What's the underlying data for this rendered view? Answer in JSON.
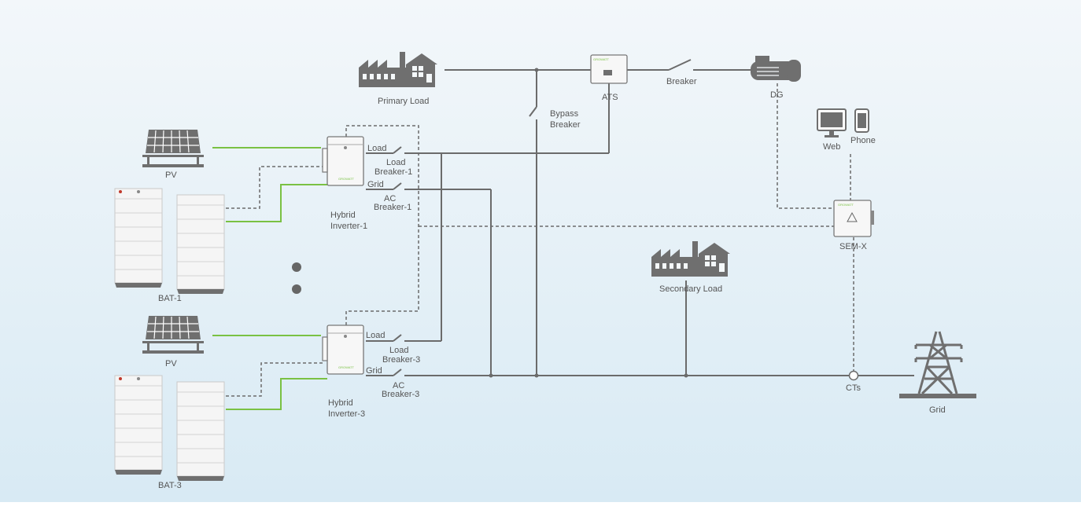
{
  "colors": {
    "background_top": "#f4f8fb",
    "background_bottom": "#d9ebf5",
    "line": "#6b6b6b",
    "dc_line": "#7ac143",
    "icon": "#6f6f6f",
    "brand": "#7ac143"
  },
  "labels": {
    "primary_load": "Primary Load",
    "ats": "ATS",
    "breaker": "Breaker",
    "dg": "DG",
    "bypass_1": "Bypass",
    "bypass_2": "Breaker",
    "pv1": "PV",
    "pv3": "PV",
    "bat1": "BAT-1",
    "bat3": "BAT-3",
    "inv1_line1": "Hybrid",
    "inv1_line2": "Inverter-1",
    "inv3_line1": "Hybrid",
    "inv3_line2": "Inverter-3",
    "load1": "Load",
    "grid1": "Grid",
    "load3": "Load",
    "grid3": "Grid",
    "lb1_line1": "Load",
    "lb1_line2": "Breaker-1",
    "ac1_line1": "AC",
    "ac1_line2": "Breaker-1",
    "lb3_line1": "Load",
    "lb3_line2": "Breaker-3",
    "ac3_line1": "AC",
    "ac3_line2": "Breaker-3",
    "web": "Web",
    "phone": "Phone",
    "semx": "SEM-X",
    "secondary_load": "Secondary Load",
    "cts": "CTs",
    "grid": "Grid",
    "brand_text": "GROWATT"
  }
}
